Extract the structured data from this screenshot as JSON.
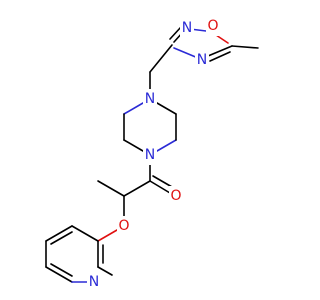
{
  "diagram": {
    "type": "chemical-structure",
    "colors": {
      "background": "#ffffff",
      "bond": "#000000",
      "nitrogen": "#2b2bd6",
      "oxygen": "#e01010"
    },
    "atoms": {
      "oxadiazole_o1": "O",
      "oxadiazole_n2": "N",
      "oxadiazole_n4": "N",
      "piperazine_n_top": "N",
      "piperazine_n_bottom": "N",
      "carbonyl_o": "O",
      "ether_o": "O",
      "pyridine_n": "N"
    }
  }
}
